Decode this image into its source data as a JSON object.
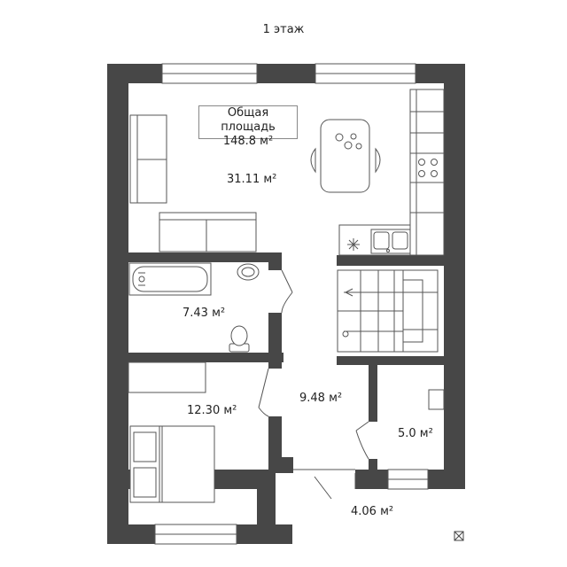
{
  "floor_title": "1 этаж",
  "total_area": {
    "label": "Общая площадь",
    "value": "148.8 м²"
  },
  "rooms": [
    {
      "id": "living-kitchen",
      "area": "31.11 м²"
    },
    {
      "id": "bathroom",
      "area": "7.43 м²"
    },
    {
      "id": "bedroom",
      "area": "12.30 м²"
    },
    {
      "id": "hall",
      "area": "9.48 м²"
    },
    {
      "id": "utility",
      "area": "5.0 м²"
    },
    {
      "id": "porch",
      "area": "4.06 м²"
    }
  ],
  "icons": [
    "snowflake-icon",
    "compass-icon"
  ],
  "colors": {
    "wall": "#474747",
    "line": "#555555",
    "window": "#ffffff"
  }
}
